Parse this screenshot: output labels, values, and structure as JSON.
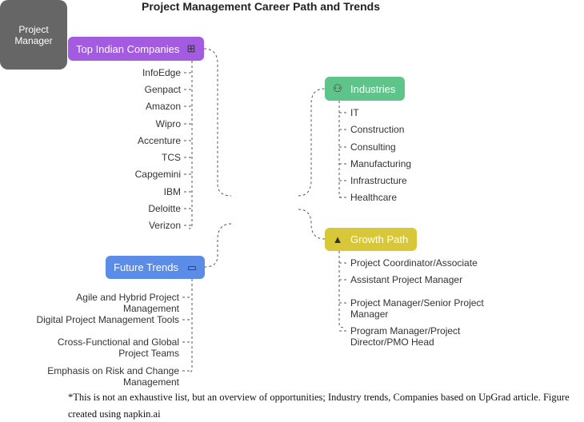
{
  "title": "Project Management Career Path and Trends",
  "center": "Project Manager",
  "companies": {
    "label": "Top Indian Companies",
    "icon": "org-chart-icon",
    "color": "#a35be0",
    "items": [
      "InfoEdge",
      "Genpact",
      "Amazon",
      "Wipro",
      "Accenture",
      "TCS",
      "Capgemini",
      "IBM",
      "Deloitte",
      "Verizon"
    ]
  },
  "industries": {
    "label": "Industries",
    "icon": "people-icon",
    "color": "#5fc48a",
    "items": [
      "IT",
      "Construction",
      "Consulting",
      "Manufacturing",
      "Infrastructure",
      "Healthcare"
    ]
  },
  "growth": {
    "label": "Growth Path",
    "icon": "ladder-icon",
    "color": "#d9c73a",
    "items": [
      "Project Coordinator/Associate",
      "Assistant Project Manager",
      "Project Manager/Senior Project Manager",
      "Program Manager/Project Director/PMO Head"
    ]
  },
  "trends": {
    "label": "Future Trends",
    "icon": "chart-screen-icon",
    "color": "#5b8de8",
    "items": [
      "Agile and Hybrid Project Management",
      "Digital Project Management Tools",
      "Cross-Functional and Global Project Teams",
      "Emphasis on Risk and Change Management"
    ]
  },
  "footnote": {
    "line1": "*This is not an exhaustive list, but an overview of opportunities; Industry trends, Companies based on UpGrad article. Figure",
    "line2": "created using napkin.ai"
  }
}
